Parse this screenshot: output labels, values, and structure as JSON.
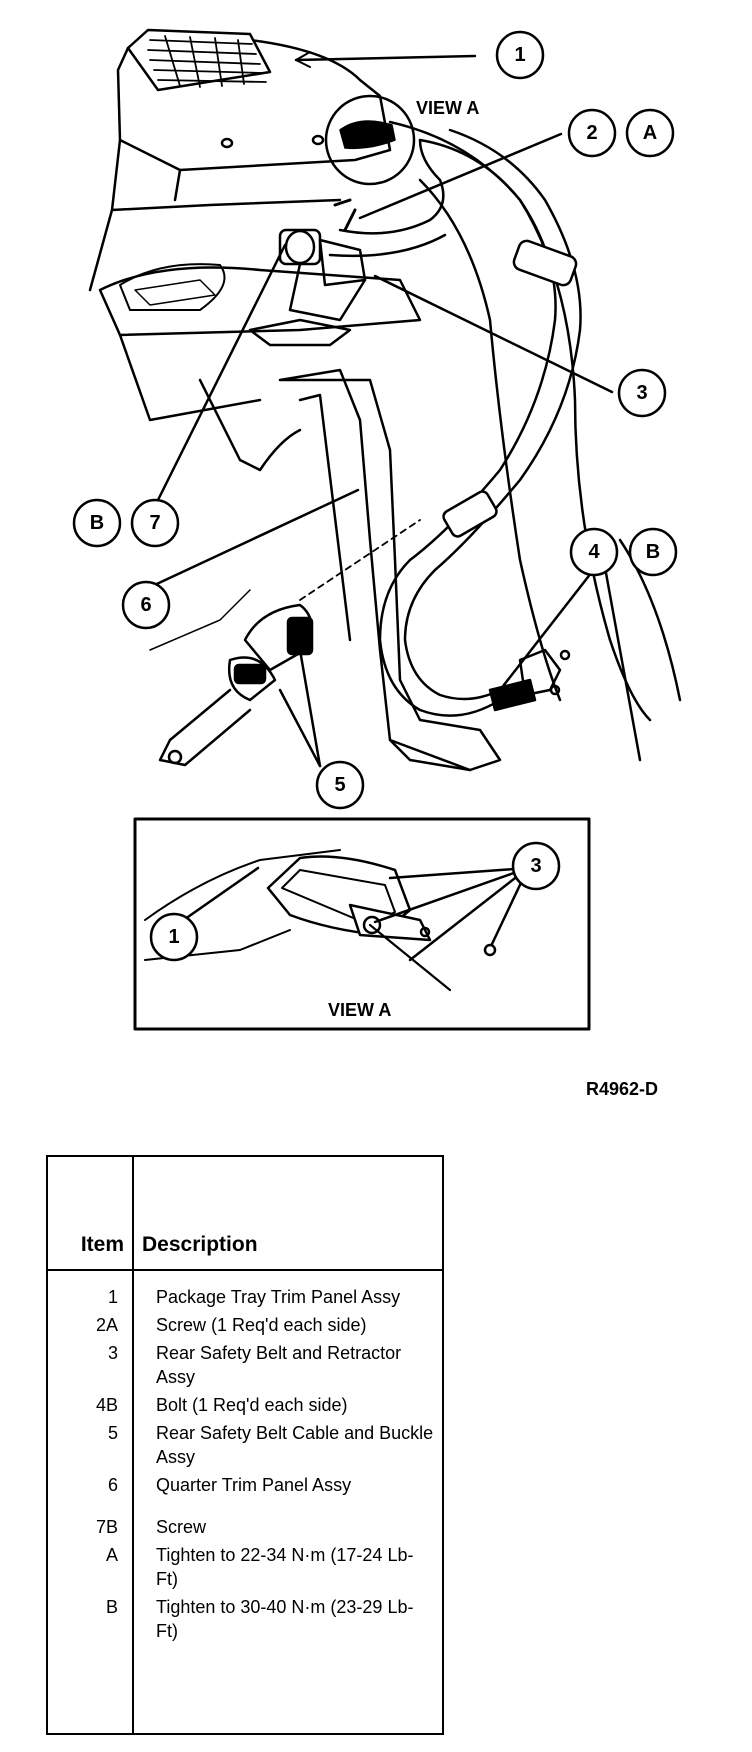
{
  "callouts": {
    "c1": "1",
    "c2": "2",
    "cA": "A",
    "c3": "3",
    "c4": "4",
    "cB1": "B",
    "cB2": "B",
    "c7": "7",
    "c6": "6",
    "c5": "5",
    "c1b": "1",
    "c3b": "3"
  },
  "view_label_top": "VIEW A",
  "view_label_inset": "VIEW A",
  "figure_code": "R4962-D",
  "legend": {
    "header_item": "Item",
    "header_description": "Description",
    "rows": [
      {
        "item": "1",
        "description": "Package Tray Trim Panel Assy"
      },
      {
        "item": "2A",
        "description": "Screw (1 Req'd each side)"
      },
      {
        "item": "3",
        "description": "Rear Safety Belt and Retractor Assy"
      },
      {
        "item": "4B",
        "description": "Bolt (1 Req'd each side)"
      },
      {
        "item": "5",
        "description": "Rear Safety Belt Cable and Buckle Assy"
      },
      {
        "item": "6",
        "description": "Quarter Trim Panel Assy"
      },
      {
        "item": "7B",
        "description": "Screw"
      },
      {
        "item": "A",
        "description": "Tighten to 22-34 N·m (17-24 Lb-Ft)"
      },
      {
        "item": "B",
        "description": "Tighten to 30-40 N·m (23-29 Lb-Ft)"
      }
    ]
  }
}
